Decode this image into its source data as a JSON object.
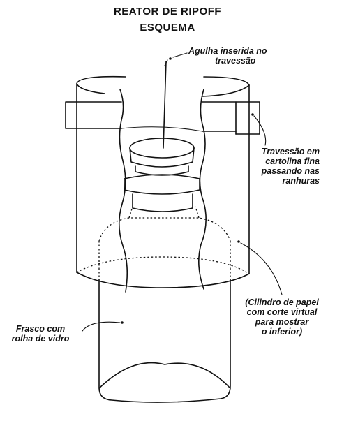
{
  "title": {
    "line1": "REATOR DE RIPOFF",
    "line2": "ESQUEMA"
  },
  "labels": {
    "needle": {
      "line1": "Agulha inserida no",
      "line2": "travessão"
    },
    "crossbar": {
      "line1": "Travessão em",
      "line2": "cartolina fina",
      "line3": "passando nas",
      "line4": "ranhuras"
    },
    "cylinder": {
      "line1": "(Cilindro de papel",
      "line2": "com corte virtual",
      "line3": "para mostrar",
      "line4": "o inferior)"
    },
    "flask": {
      "line1": "Frasco com",
      "line2": "rolha de vidro"
    }
  },
  "colors": {
    "ink": "#111111",
    "background": "#ffffff"
  }
}
